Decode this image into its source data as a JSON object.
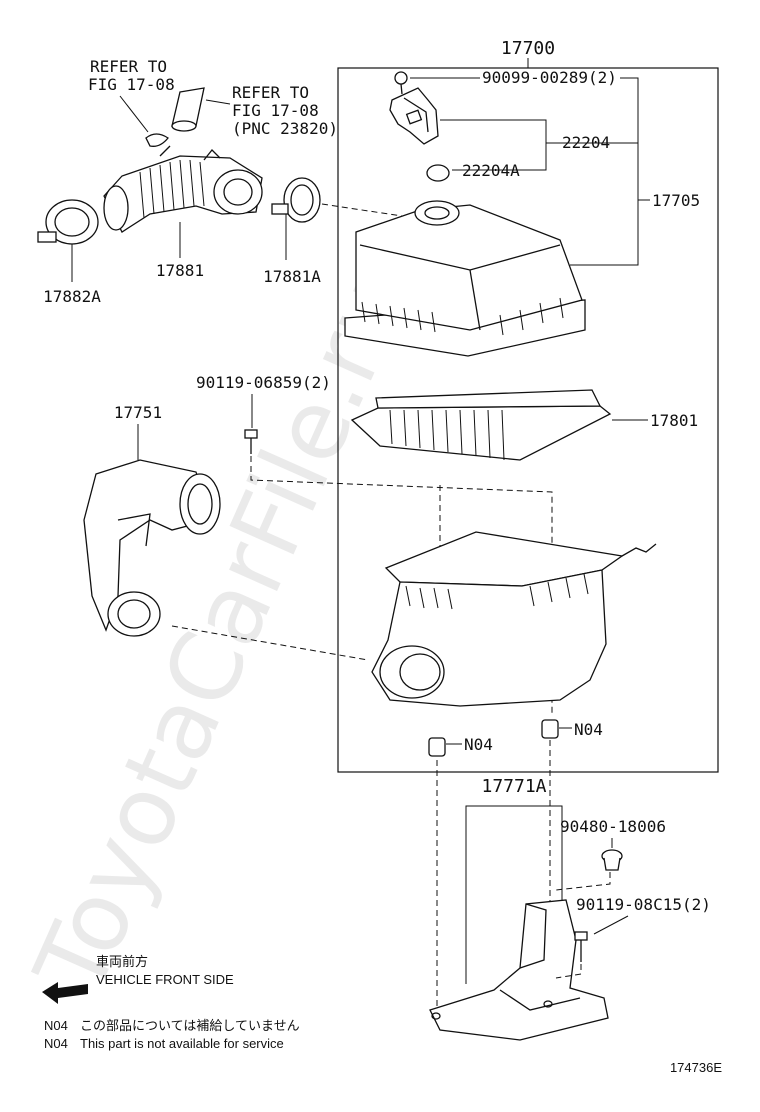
{
  "watermark": "ToyotaCarFile.ru",
  "labels": {
    "assy_17700": "17700",
    "bolt_90099": "90099-00289(2)",
    "sensor_22204": "22204",
    "gasket_22204A": "22204A",
    "cap_17705": "17705",
    "refer1_line1": "REFER TO",
    "refer1_line2": "FIG 17-08",
    "refer2_line1": "REFER TO",
    "refer2_line2": "FIG 17-08",
    "refer2_line3": "(PNC 23820)",
    "hose_17881": "17881",
    "clamp_17881A": "17881A",
    "clamp_17882A": "17882A",
    "bolt_90119_06859": "90119-06859(2)",
    "inlet_17751": "17751",
    "element_17801": "17801",
    "n04_left": "N04",
    "n04_right": "N04",
    "bracket_17771A": "17771A",
    "grommet_90480": "90480-18006",
    "bolt_90119_08C15": "90119-08C15(2)"
  },
  "legend": {
    "front_jp": "車両前方",
    "front_en": "VEHICLE FRONT SIDE",
    "n04_jp_code": "N04",
    "n04_jp_text": "この部品については補給していません",
    "n04_en_code": "N04",
    "n04_en_text": "This part is not available for service"
  },
  "figure_id": "174736E"
}
